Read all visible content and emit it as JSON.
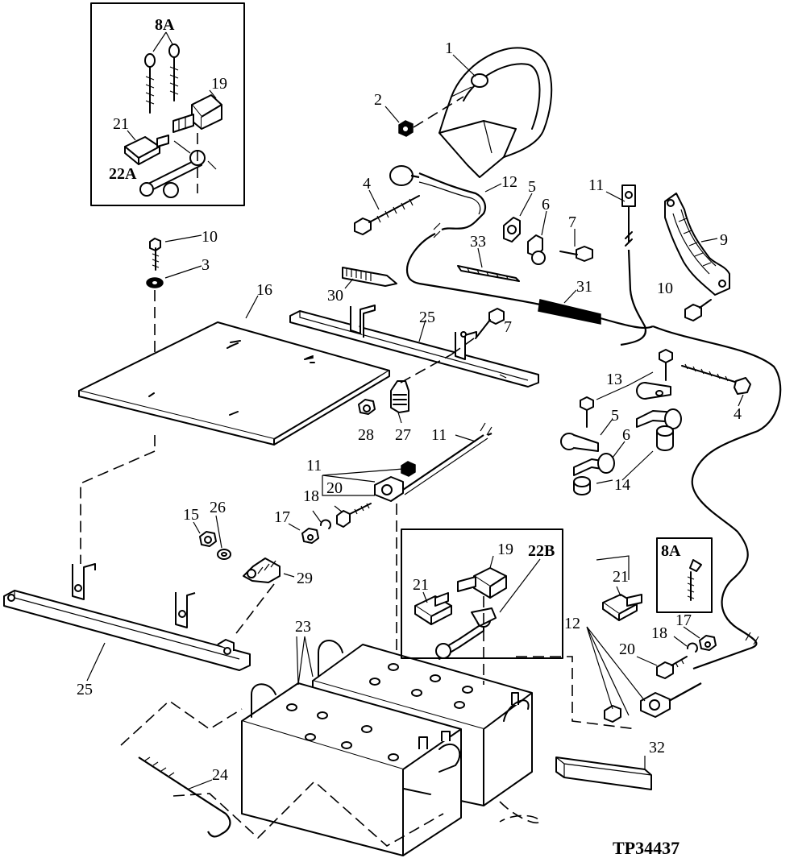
{
  "reference_number": "TP34437",
  "callouts": {
    "c1": "1",
    "c2": "2",
    "c3": "3",
    "c4a": "4",
    "c4b": "4",
    "c5a": "5",
    "c5b": "5",
    "c6a": "6",
    "c6b": "6",
    "c7a": "7",
    "c7b": "7",
    "c8a_top": "8A",
    "c8a_right": "8A",
    "c9": "9",
    "c10a": "10",
    "c10b": "10",
    "c11a": "11",
    "c11b": "11",
    "c11c": "11",
    "c12a": "12",
    "c12b": "12",
    "c13": "13",
    "c14": "14",
    "c15": "15",
    "c16": "16",
    "c17a": "17",
    "c17b": "17",
    "c18a": "18",
    "c18b": "18",
    "c19a": "19",
    "c19b": "19",
    "c20a": "20",
    "c20b": "20",
    "c21a": "21",
    "c21b": "21",
    "c21c": "21",
    "c22a": "22A",
    "c22b": "22B",
    "c23": "23",
    "c24": "24",
    "c25a": "25",
    "c25b": "25",
    "c26": "26",
    "c27": "27",
    "c28": "28",
    "c29": "29",
    "c30": "30",
    "c31": "31",
    "c32": "32",
    "c33": "33"
  }
}
